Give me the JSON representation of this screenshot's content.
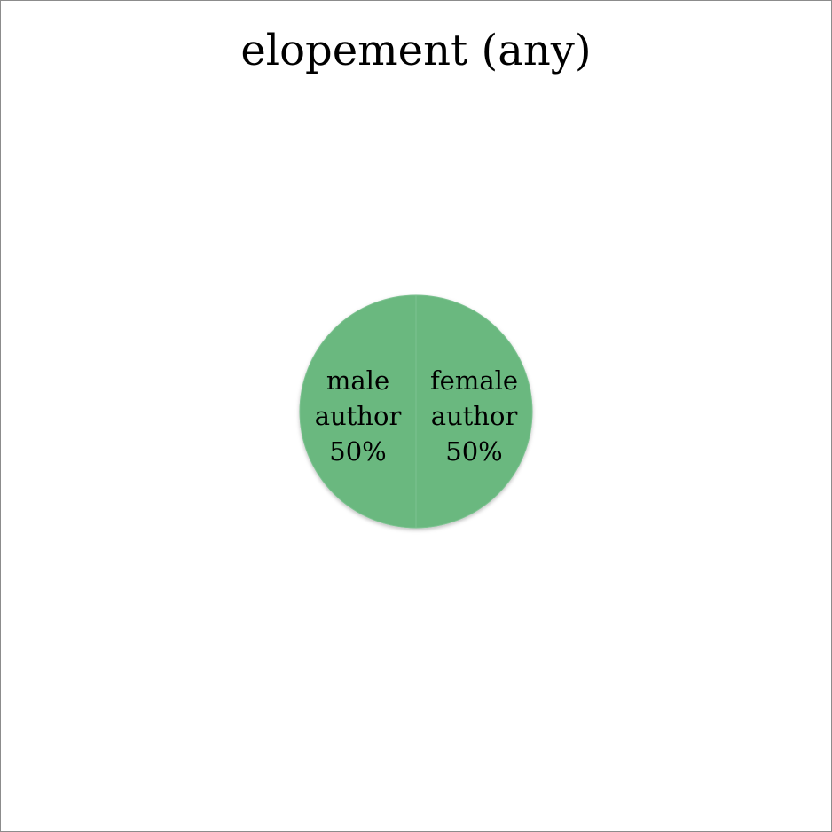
{
  "chart_data": {
    "type": "pie",
    "title": "elopement (any)",
    "slices": [
      {
        "label": "female author",
        "value": 50,
        "percent_label": "50%"
      },
      {
        "label": "male author",
        "value": 50,
        "percent_label": "50%"
      }
    ],
    "colors": {
      "slice_fill": "#6ab87f",
      "slice_separator": "#7cc290"
    }
  }
}
